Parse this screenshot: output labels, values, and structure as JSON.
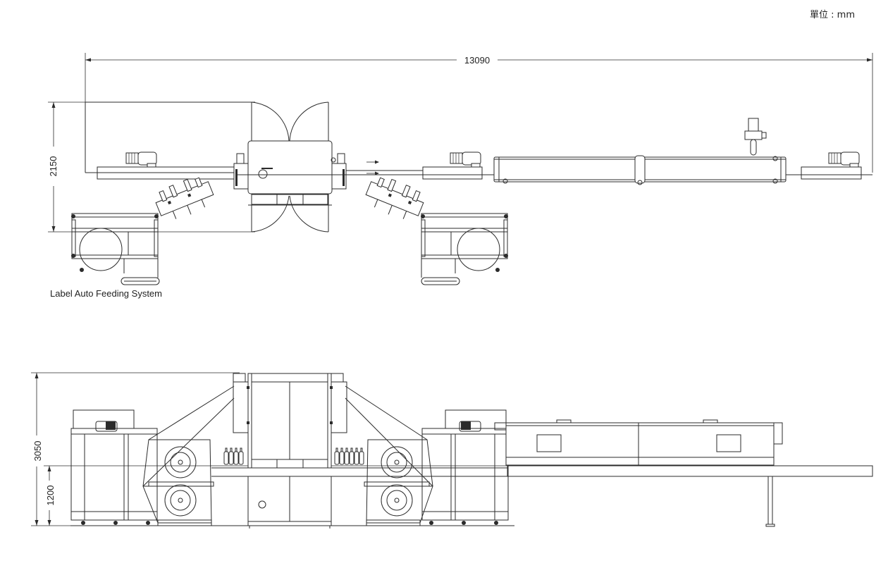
{
  "unit_label": "單位 : mm",
  "dimensions": {
    "total_length": "13090",
    "plan_width": "2150",
    "total_height": "3050",
    "conveyor_height": "1200"
  },
  "labels": {
    "feeding_system": "Label Auto Feeding System"
  }
}
